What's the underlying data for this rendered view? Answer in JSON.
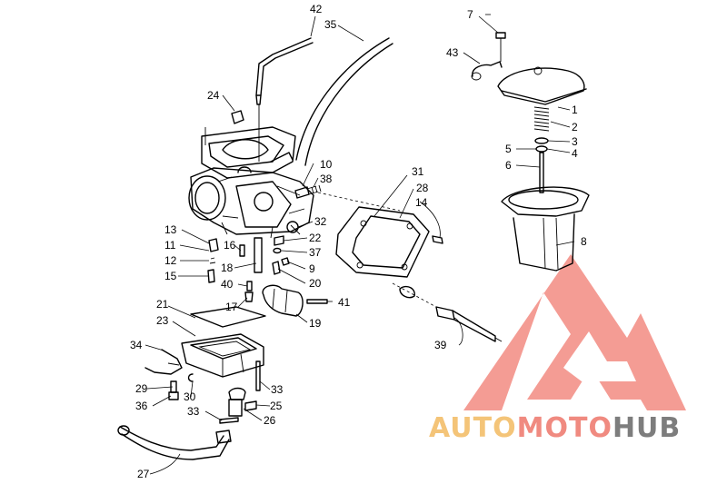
{
  "watermark": {
    "brand_parts": [
      "AUTO",
      "MOTO",
      "HUB"
    ],
    "colors": {
      "auto": "#f4c478",
      "moto": "#f08a80",
      "hub": "#7d7d7d",
      "logo": "#f38b82"
    }
  },
  "callouts": [
    {
      "id": "1",
      "text": "1"
    },
    {
      "id": "2",
      "text": "2"
    },
    {
      "id": "3",
      "text": "3"
    },
    {
      "id": "4",
      "text": "4"
    },
    {
      "id": "5",
      "text": "5"
    },
    {
      "id": "6",
      "text": "6"
    },
    {
      "id": "7",
      "text": "7"
    },
    {
      "id": "8",
      "text": "8"
    },
    {
      "id": "9",
      "text": "9"
    },
    {
      "id": "10",
      "text": "10"
    },
    {
      "id": "11",
      "text": "11"
    },
    {
      "id": "12",
      "text": "12"
    },
    {
      "id": "13",
      "text": "13"
    },
    {
      "id": "14",
      "text": "14"
    },
    {
      "id": "15",
      "text": "15"
    },
    {
      "id": "16",
      "text": "16"
    },
    {
      "id": "17",
      "text": "17"
    },
    {
      "id": "18",
      "text": "18"
    },
    {
      "id": "19",
      "text": "19"
    },
    {
      "id": "20",
      "text": "20"
    },
    {
      "id": "21",
      "text": "21"
    },
    {
      "id": "22",
      "text": "22"
    },
    {
      "id": "23",
      "text": "23"
    },
    {
      "id": "24",
      "text": "24"
    },
    {
      "id": "25",
      "text": "25"
    },
    {
      "id": "26",
      "text": "26"
    },
    {
      "id": "27",
      "text": "27"
    },
    {
      "id": "28",
      "text": "28"
    },
    {
      "id": "29",
      "text": "29"
    },
    {
      "id": "30",
      "text": "30"
    },
    {
      "id": "31",
      "text": "31"
    },
    {
      "id": "32",
      "text": "32"
    },
    {
      "id": "33a",
      "text": "33"
    },
    {
      "id": "33b",
      "text": "33"
    },
    {
      "id": "34",
      "text": "34"
    },
    {
      "id": "35",
      "text": "35"
    },
    {
      "id": "36",
      "text": "36"
    },
    {
      "id": "37",
      "text": "37"
    },
    {
      "id": "38",
      "text": "38"
    },
    {
      "id": "39",
      "text": "39"
    },
    {
      "id": "40",
      "text": "40"
    },
    {
      "id": "41",
      "text": "41"
    },
    {
      "id": "42",
      "text": "42"
    },
    {
      "id": "43",
      "text": "43"
    }
  ]
}
